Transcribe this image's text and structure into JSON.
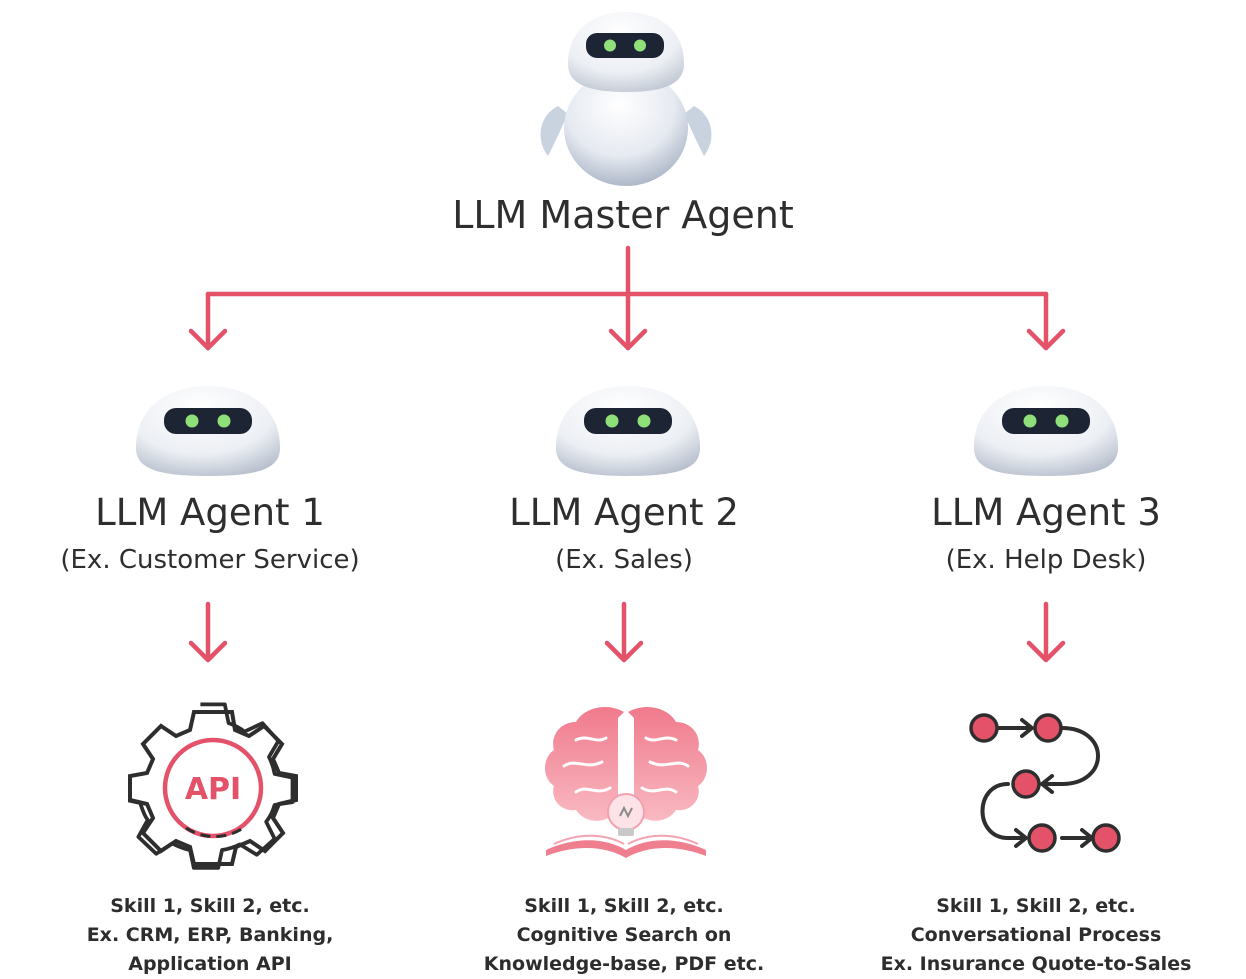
{
  "master": {
    "title": "LLM Master Agent"
  },
  "agents": [
    {
      "title": "LLM Agent 1",
      "subtitle": "(Ex. Customer Service)",
      "icon": "api-gear-icon",
      "icon_text": "API",
      "skills": [
        "Skill 1, Skill 2, etc.",
        "Ex. CRM, ERP, Banking,",
        "Application API"
      ]
    },
    {
      "title": "LLM Agent 2",
      "subtitle": "(Ex. Sales)",
      "icon": "brain-book-icon",
      "skills": [
        "Skill 1, Skill 2, etc.",
        "Cognitive Search on",
        "Knowledge-base, PDF etc."
      ]
    },
    {
      "title": "LLM Agent 3",
      "subtitle": "(Ex. Help Desk)",
      "icon": "process-flow-icon",
      "skills": [
        "Skill 1, Skill 2, etc.",
        "Conversational Process",
        "Ex. Insurance Quote-to-Sales"
      ]
    }
  ],
  "colors": {
    "accent": "#e4526a",
    "text": "#2e2e2e",
    "robot_body": "#e9ecf2",
    "robot_eyes": "#8fe07a",
    "robot_visor": "#1d2433"
  }
}
